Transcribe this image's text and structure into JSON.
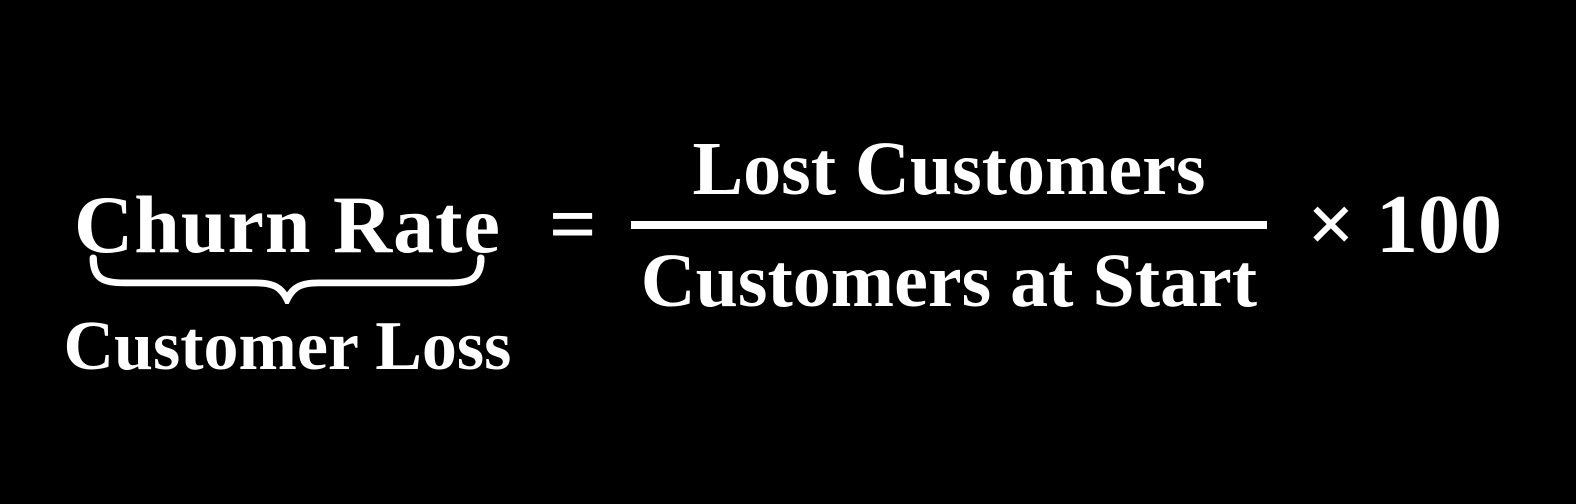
{
  "colors": {
    "background": "#000000",
    "text": "#ffffff"
  },
  "formula": {
    "lhs": "Churn Rate",
    "lhs_annotation": "Customer Loss",
    "equals": "=",
    "fraction": {
      "numerator": "Lost Customers",
      "denominator": "Customers at Start"
    },
    "multiplier": "× 100"
  }
}
